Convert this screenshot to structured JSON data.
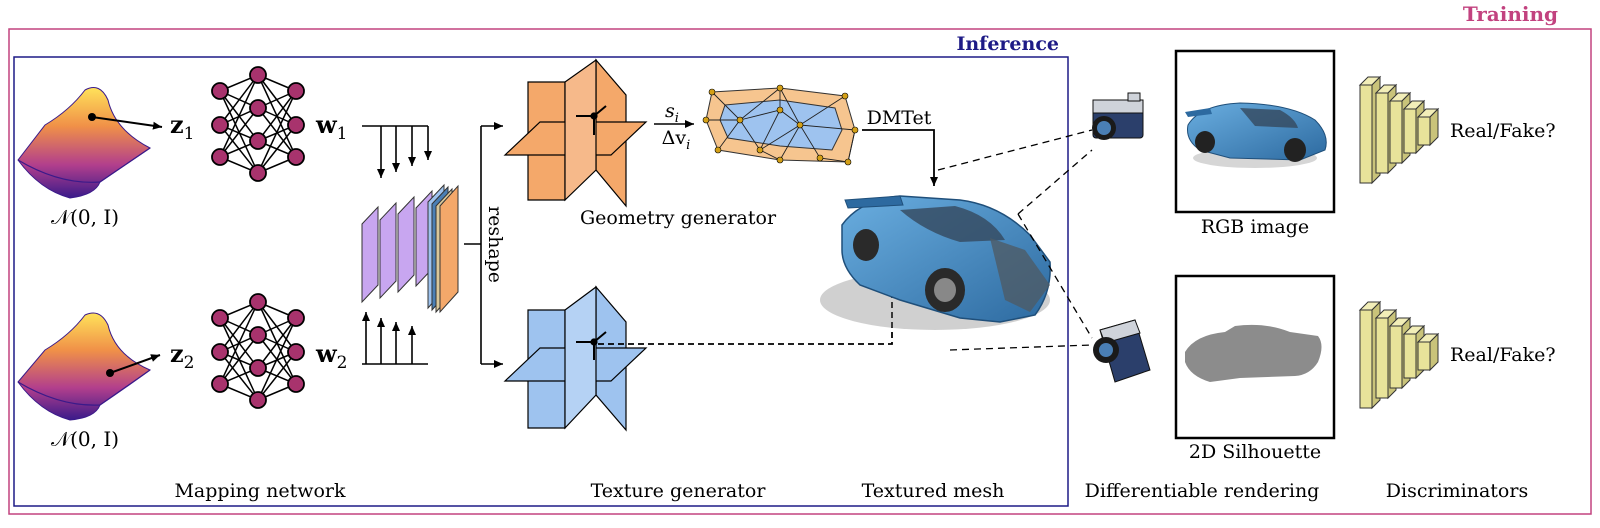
{
  "labels": {
    "training": "Training",
    "inference": "Inference",
    "normal_1": "𝒩(0, I)",
    "normal_2": "𝒩(0, I)",
    "z1": "z",
    "z1_sub": "1",
    "z2": "z",
    "z2_sub": "2",
    "w1": "w",
    "w1_sub": "1",
    "w2": "w",
    "w2_sub": "2",
    "reshape": "reshape",
    "si": "s",
    "si_sub": "i",
    "dvi": "Δv",
    "dvi_sub": "i",
    "dmtet": "DMTet",
    "geometry_generator": "Geometry generator",
    "rgb_image": "RGB image",
    "silhouette": "2D Silhouette",
    "real_fake_1": "Real/Fake?",
    "real_fake_2": "Real/Fake?",
    "mapping_network": "Mapping network",
    "texture_generator": "Texture generator",
    "textured_mesh": "Textured mesh",
    "differentiable_rendering": "Differentiable rendering",
    "discriminators": "Discriminators"
  },
  "colors": {
    "training": "#c2427f",
    "inference": "#1d1a86",
    "node": "#a8336d",
    "geometry": "#f4a86a",
    "texture": "#9ec3ef",
    "slab_purple": "#c8a6f0",
    "discriminator": "#e8e39a",
    "car": "#4a8fc8"
  }
}
